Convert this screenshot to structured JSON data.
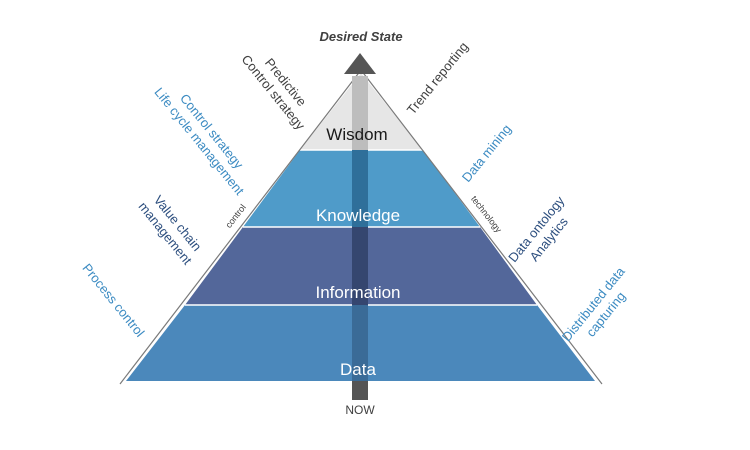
{
  "title": "Desired State",
  "bottom_label": "NOW",
  "levels": {
    "wisdom": "Wisdom",
    "knowledge": "Knowledge",
    "information": "Information",
    "data": "Data"
  },
  "side_labels": {
    "control": "control",
    "technology": "technology"
  },
  "left": {
    "predictive_line1": "Predictive",
    "predictive_line2": "Control strategy",
    "lifecycle_line1": "Control strategy",
    "lifecycle_line2": "Life cycle management",
    "value_line1": "Value chain",
    "value_line2": "management",
    "process": "Process control"
  },
  "right": {
    "trend": "Trend reporting",
    "mining": "Data mining",
    "ontology_line1": "Data ontology",
    "ontology_line2": "Analytics",
    "distributed_line1": "Distributed data",
    "distributed_line2": "capturing"
  },
  "colors": {
    "wisdom": "#e6e6e6",
    "knowledge": "#4f9bc9",
    "information": "#53679a",
    "data": "#4b88bb",
    "arrow": "#555555",
    "blue_text": "#3c8bc2",
    "navy_text": "#2c4e7e",
    "dark_text": "#404040"
  }
}
